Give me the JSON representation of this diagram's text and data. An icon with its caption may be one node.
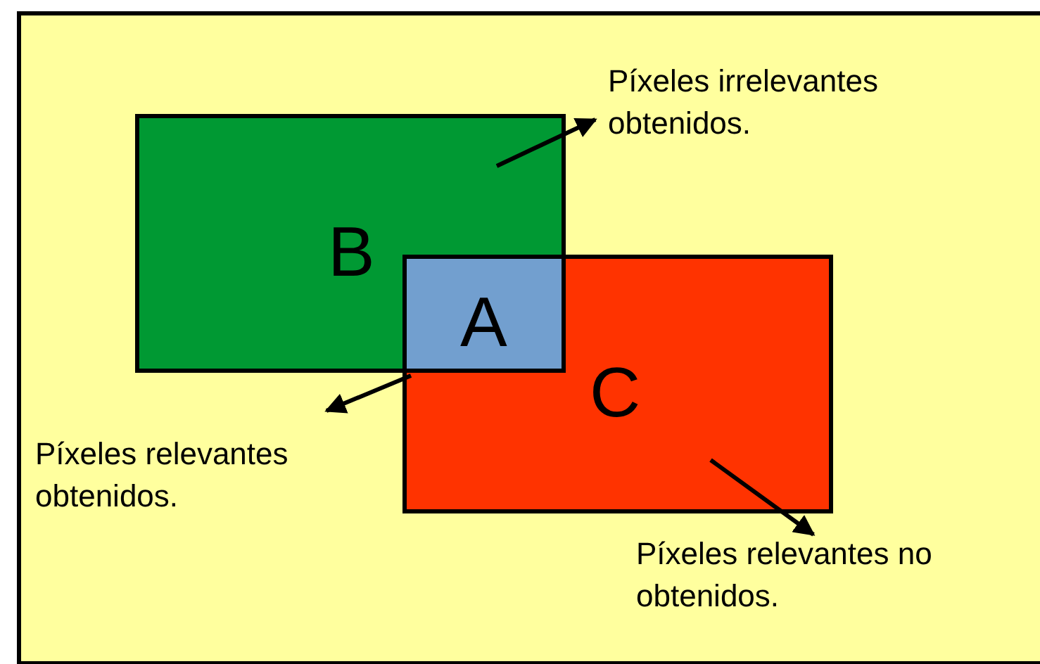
{
  "diagram": {
    "nodes": [
      {
        "text": [
          "Píxeles irrelevantes obtenidos."
        ]
      },
      {
        "text": [
          "B"
        ]
      },
      {
        "text": [
          "A"
        ]
      },
      {
        "text": [
          "C"
        ]
      },
      {
        "text": [
          "Píxeles relevantes obtenidos."
        ]
      },
      {
        "text": [
          "Píxeles relevantes no obtenidos."
        ]
      }
    ],
    "edges": [
      {
        "from": 1,
        "to": 0,
        "arrow": "to"
      },
      {
        "from": 2,
        "to": 4,
        "arrow": "to"
      },
      {
        "from": 3,
        "to": 5,
        "arrow": "to"
      }
    ]
  }
}
